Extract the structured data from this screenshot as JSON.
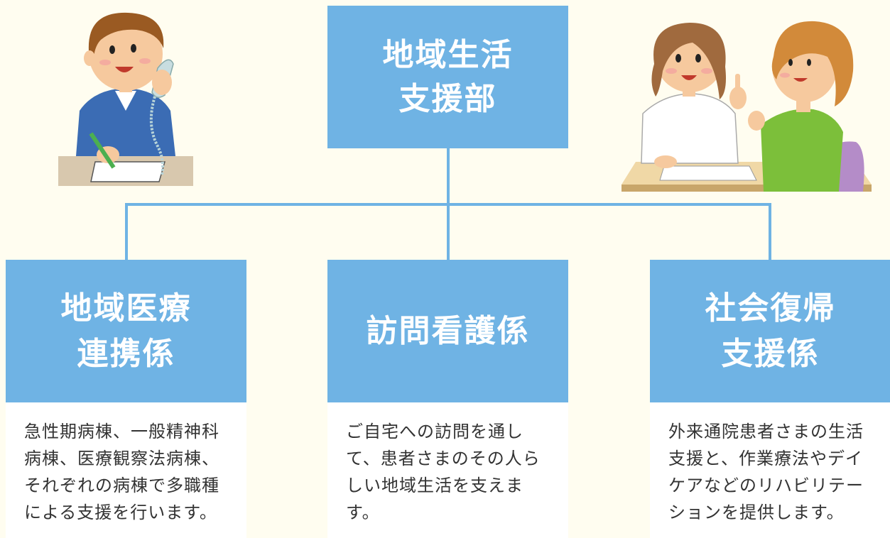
{
  "colors": {
    "background": "#fffdf0",
    "box": "#6fb3e4",
    "connector": "#6fb3e4",
    "box_text": "#ffffff",
    "desc_text": "#333333"
  },
  "top": {
    "title_line1": "地域生活",
    "title_line2": "支援部"
  },
  "units": [
    {
      "title_line1": "地域医療",
      "title_line2": "連携係",
      "desc": [
        "急性期病棟、一般精神科",
        "病棟、医療観察法病棟、",
        "それぞれの病棟で多職種",
        "による支援を行います。"
      ]
    },
    {
      "title_line1": "訪問看護係",
      "desc": [
        "ご自宅への訪問を通し",
        "て、患者さまのその人ら",
        "しい地域生活を支えま",
        "す。"
      ]
    },
    {
      "title_line1": "社会復帰",
      "title_line2": "支援係",
      "desc": [
        "外来通院患者さまの生活",
        "支援と、作業療法やデイ",
        "ケアなどのリハビリテー",
        "ションを提供します。"
      ]
    }
  ],
  "illustrations": {
    "left": "man-on-phone-illustration",
    "right": "nurse-consultation-illustration"
  }
}
